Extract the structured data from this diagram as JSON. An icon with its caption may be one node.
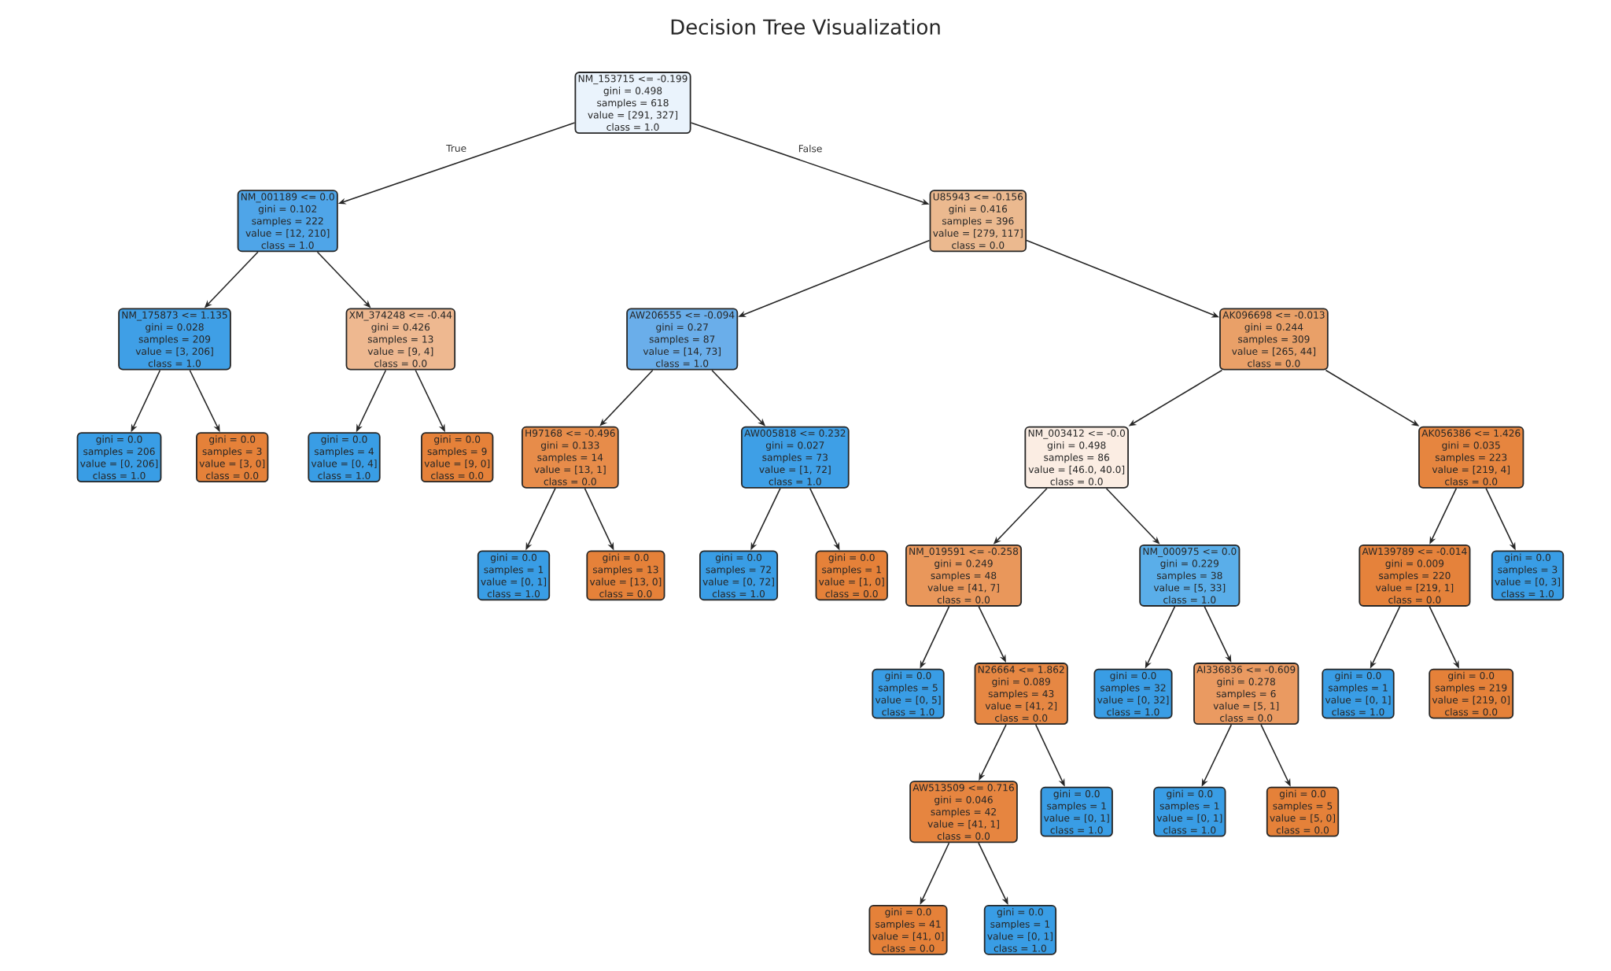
{
  "diagram": {
    "title": "Decision Tree Visualization",
    "nodes": [
      {
        "text": [
          "NM_153715 <= -0.199",
          "gini = 0.498",
          "samples = 618",
          "value = [291, 327]",
          "class = 1.0"
        ]
      },
      {
        "text": [
          "NM_001189 <= 0.0",
          "gini = 0.102",
          "samples = 222",
          "value = [12, 210]",
          "class = 1.0"
        ]
      },
      {
        "text": [
          "U85943 <= -0.156",
          "gini = 0.416",
          "samples = 396",
          "value = [279, 117]",
          "class = 0.0"
        ]
      },
      {
        "text": [
          "NM_175873 <= 1.135",
          "gini = 0.028",
          "samples = 209",
          "value = [3, 206]",
          "class = 1.0"
        ]
      },
      {
        "text": [
          "XM_374248 <= -0.44",
          "gini = 0.426",
          "samples = 13",
          "value = [9, 4]",
          "class = 0.0"
        ]
      },
      {
        "text": [
          "AW206555 <= -0.094",
          "gini = 0.27",
          "samples = 87",
          "value = [14, 73]",
          "class = 1.0"
        ]
      },
      {
        "text": [
          "AK096698 <= -0.013",
          "gini = 0.244",
          "samples = 309",
          "value = [265, 44]",
          "class = 0.0"
        ]
      },
      {
        "text": [
          "gini = 0.0",
          "samples = 206",
          "value = [0, 206]",
          "class = 1.0"
        ]
      },
      {
        "text": [
          "gini = 0.0",
          "samples = 3",
          "value = [3, 0]",
          "class = 0.0"
        ]
      },
      {
        "text": [
          "gini = 0.0",
          "samples = 4",
          "value = [0, 4]",
          "class = 1.0"
        ]
      },
      {
        "text": [
          "gini = 0.0",
          "samples = 9",
          "value = [9, 0]",
          "class = 0.0"
        ]
      },
      {
        "text": [
          "H97168 <= -0.496",
          "gini = 0.133",
          "samples = 14",
          "value = [13, 1]",
          "class = 0.0"
        ]
      },
      {
        "text": [
          "AW005818 <= 0.232",
          "gini = 0.027",
          "samples = 73",
          "value = [1, 72]",
          "class = 1.0"
        ]
      },
      {
        "text": [
          "NM_003412 <= -0.0",
          "gini = 0.498",
          "samples = 86",
          "value = [46.0, 40.0]",
          "class = 0.0"
        ]
      },
      {
        "text": [
          "AK056386 <= 1.426",
          "gini = 0.035",
          "samples = 223",
          "value = [219, 4]",
          "class = 0.0"
        ]
      },
      {
        "text": [
          "gini = 0.0",
          "samples = 1",
          "value = [0, 1]",
          "class = 1.0"
        ]
      },
      {
        "text": [
          "gini = 0.0",
          "samples = 13",
          "value = [13, 0]",
          "class = 0.0"
        ]
      },
      {
        "text": [
          "gini = 0.0",
          "samples = 72",
          "value = [0, 72]",
          "class = 1.0"
        ]
      },
      {
        "text": [
          "gini = 0.0",
          "samples = 1",
          "value = [1, 0]",
          "class = 0.0"
        ]
      },
      {
        "text": [
          "NM_019591 <= -0.258",
          "gini = 0.249",
          "samples = 48",
          "value = [41, 7]",
          "class = 0.0"
        ]
      },
      {
        "text": [
          "NM_000975 <= 0.0",
          "gini = 0.229",
          "samples = 38",
          "value = [5, 33]",
          "class = 1.0"
        ]
      },
      {
        "text": [
          "AW139789 <= -0.014",
          "gini = 0.009",
          "samples = 220",
          "value = [219, 1]",
          "class = 0.0"
        ]
      },
      {
        "text": [
          "gini = 0.0",
          "samples = 3",
          "value = [0, 3]",
          "class = 1.0"
        ]
      },
      {
        "text": [
          "gini = 0.0",
          "samples = 5",
          "value = [0, 5]",
          "class = 1.0"
        ]
      },
      {
        "text": [
          "N26664 <= 1.862",
          "gini = 0.089",
          "samples = 43",
          "value = [41, 2]",
          "class = 0.0"
        ]
      },
      {
        "text": [
          "gini = 0.0",
          "samples = 32",
          "value = [0, 32]",
          "class = 1.0"
        ]
      },
      {
        "text": [
          "AI336836 <= -0.609",
          "gini = 0.278",
          "samples = 6",
          "value = [5, 1]",
          "class = 0.0"
        ]
      },
      {
        "text": [
          "gini = 0.0",
          "samples = 1",
          "value = [0, 1]",
          "class = 1.0"
        ]
      },
      {
        "text": [
          "gini = 0.0",
          "samples = 219",
          "value = [219, 0]",
          "class = 0.0"
        ]
      },
      {
        "text": [
          "AW513509 <= 0.716",
          "gini = 0.046",
          "samples = 42",
          "value = [41, 1]",
          "class = 0.0"
        ]
      },
      {
        "text": [
          "gini = 0.0",
          "samples = 1",
          "value = [0, 1]",
          "class = 1.0"
        ]
      },
      {
        "text": [
          "gini = 0.0",
          "samples = 1",
          "value = [0, 1]",
          "class = 1.0"
        ]
      },
      {
        "text": [
          "gini = 0.0",
          "samples = 5",
          "value = [5, 0]",
          "class = 0.0"
        ]
      },
      {
        "text": [
          "gini = 0.0",
          "samples = 41",
          "value = [41, 0]",
          "class = 0.0"
        ]
      },
      {
        "text": [
          "gini = 0.0",
          "samples = 1",
          "value = [0, 1]",
          "class = 1.0"
        ]
      }
    ],
    "edges": [
      {
        "from": 0,
        "to": 1,
        "arrow": "to",
        "label": "True"
      },
      {
        "from": 0,
        "to": 2,
        "arrow": "to",
        "label": "False"
      },
      {
        "from": 1,
        "to": 3,
        "arrow": "to"
      },
      {
        "from": 1,
        "to": 4,
        "arrow": "to"
      },
      {
        "from": 2,
        "to": 5,
        "arrow": "to"
      },
      {
        "from": 2,
        "to": 6,
        "arrow": "to"
      },
      {
        "from": 3,
        "to": 7,
        "arrow": "to"
      },
      {
        "from": 3,
        "to": 8,
        "arrow": "to"
      },
      {
        "from": 4,
        "to": 9,
        "arrow": "to"
      },
      {
        "from": 4,
        "to": 10,
        "arrow": "to"
      },
      {
        "from": 5,
        "to": 11,
        "arrow": "to"
      },
      {
        "from": 5,
        "to": 12,
        "arrow": "to"
      },
      {
        "from": 6,
        "to": 13,
        "arrow": "to"
      },
      {
        "from": 6,
        "to": 14,
        "arrow": "to"
      },
      {
        "from": 11,
        "to": 15,
        "arrow": "to"
      },
      {
        "from": 11,
        "to": 16,
        "arrow": "to"
      },
      {
        "from": 12,
        "to": 17,
        "arrow": "to"
      },
      {
        "from": 12,
        "to": 18,
        "arrow": "to"
      },
      {
        "from": 13,
        "to": 19,
        "arrow": "to"
      },
      {
        "from": 13,
        "to": 20,
        "arrow": "to"
      },
      {
        "from": 14,
        "to": 21,
        "arrow": "to"
      },
      {
        "from": 14,
        "to": 22,
        "arrow": "to"
      },
      {
        "from": 19,
        "to": 23,
        "arrow": "to"
      },
      {
        "from": 19,
        "to": 24,
        "arrow": "to"
      },
      {
        "from": 20,
        "to": 25,
        "arrow": "to"
      },
      {
        "from": 20,
        "to": 26,
        "arrow": "to"
      },
      {
        "from": 21,
        "to": 27,
        "arrow": "to"
      },
      {
        "from": 21,
        "to": 28,
        "arrow": "to"
      },
      {
        "from": 24,
        "to": 29,
        "arrow": "to"
      },
      {
        "from": 24,
        "to": 30,
        "arrow": "to"
      },
      {
        "from": 26,
        "to": 31,
        "arrow": "to"
      },
      {
        "from": 26,
        "to": 32,
        "arrow": "to"
      },
      {
        "from": 29,
        "to": 33,
        "arrow": "to"
      },
      {
        "from": 29,
        "to": 34,
        "arrow": "to"
      }
    ]
  }
}
